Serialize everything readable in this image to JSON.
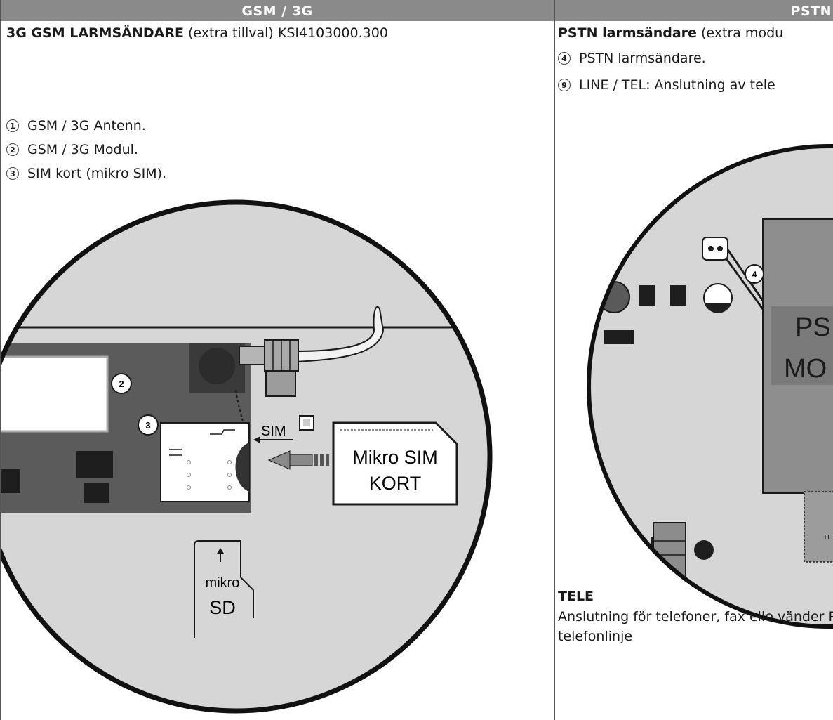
{
  "left": {
    "header": "GSM / 3G",
    "heading_bold": "3G GSM LARMSÄNDARE",
    "heading_rest": " (extra tillval) KSI4103000.300",
    "items": [
      {
        "num": "1",
        "text": "GSM / 3G Antenn."
      },
      {
        "num": "2",
        "text": "GSM / 3G Modul."
      },
      {
        "num": "3",
        "text": "SIM kort (mikro SIM)."
      }
    ],
    "diagram": {
      "callout_2": "2",
      "callout_3": "3",
      "sim_label": "SIM",
      "card_line1": "Mikro SIM",
      "card_line2": "KORT",
      "sd_line1": "mikro",
      "sd_line2": "SD"
    }
  },
  "right": {
    "header": "PSTN",
    "heading_bold": "PSTN larmsändare",
    "heading_rest": " (extra modu",
    "items": [
      {
        "num": "4",
        "text": "PSTN larmsändare."
      },
      {
        "num": "9",
        "text": "LINE / TEL: Anslutning av tele"
      }
    ],
    "diagram": {
      "callout_4": "4",
      "module_line1": "PS",
      "module_line2": "MO",
      "tel_label": "TE"
    },
    "tele_title": "TELE",
    "tele_body": "Anslutning för telefoner, fax elle vänder PSTN telefonlinje"
  }
}
